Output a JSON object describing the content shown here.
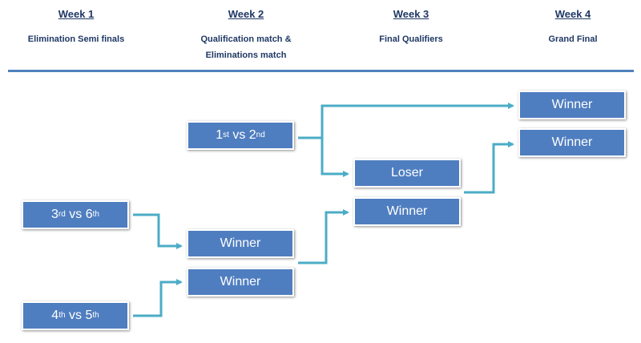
{
  "weeks": [
    {
      "title": "Week 1",
      "subtitle": "Elimination Semi finals"
    },
    {
      "title": "Week 2",
      "subtitle": "Qualification match & Eliminations match"
    },
    {
      "title": "Week 3",
      "subtitle": "Final Qualifiers"
    },
    {
      "title": "Week 4",
      "subtitle": "Grand Final"
    }
  ],
  "matches": {
    "m1": {
      "a": "1",
      "a_sup": "st",
      "vs": " vs ",
      "b": "2",
      "b_sup": "nd"
    },
    "m2": {
      "a": "3",
      "a_sup": "rd",
      "vs": " vs ",
      "b": "6",
      "b_sup": "th"
    },
    "m3": {
      "a": "4",
      "a_sup": "th",
      "vs": " vs ",
      "b": "5",
      "b_sup": "th"
    }
  },
  "boxes": {
    "week2_winner_top": "Winner",
    "week2_winner_bottom": "Winner",
    "week3_loser": "Loser",
    "week3_winner": "Winner",
    "week4_winner_top": "Winner",
    "week4_winner_bottom": "Winner"
  },
  "colors": {
    "box_fill": "#4f7ec0",
    "connector": "#4bacc6",
    "divider": "#4f81bd",
    "heading": "#1f3864"
  }
}
